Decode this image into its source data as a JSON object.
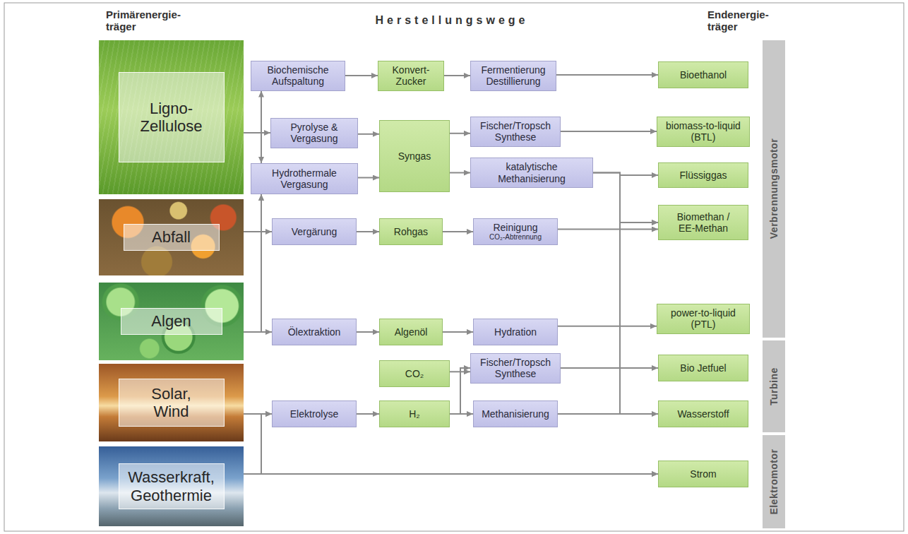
{
  "diagram": {
    "nodes": [
      {
        "text": [
          "Ligno- Zellulose"
        ]
      },
      {
        "text": [
          "Abfall"
        ]
      },
      {
        "text": [
          "Algen"
        ]
      },
      {
        "text": [
          "Solar, Wind"
        ]
      },
      {
        "text": [
          "Wasserkraft, Geothermie"
        ]
      },
      {
        "text": [
          "Biochemische Aufspaltung"
        ]
      },
      {
        "text": [
          "Pyrolyse & Vergasung"
        ]
      },
      {
        "text": [
          "Hydrothermale Vergasung"
        ]
      },
      {
        "text": [
          "Vergärung"
        ]
      },
      {
        "text": [
          "Ölextraktion"
        ]
      },
      {
        "text": [
          "Elektrolyse"
        ]
      },
      {
        "text": [
          "Konvert- Zucker"
        ]
      },
      {
        "text": [
          "Syngas"
        ]
      },
      {
        "text": [
          "Rohgas"
        ]
      },
      {
        "text": [
          "Algenöl"
        ]
      },
      {
        "text": [
          "CO₂"
        ]
      },
      {
        "text": [
          "H₂"
        ]
      },
      {
        "text": [
          "Fermentierung Destillierung"
        ]
      },
      {
        "text": [
          "Fischer/Tropsch Synthese"
        ]
      },
      {
        "text": [
          "katalytische Methanisierung"
        ]
      },
      {
        "text": [
          "Reinigung",
          "CO₂-Abtrennung"
        ]
      },
      {
        "text": [
          "Hydration"
        ]
      },
      {
        "text": [
          "Fischer/Tropsch Synthese"
        ]
      },
      {
        "text": [
          "Methanisierung"
        ]
      },
      {
        "text": [
          "Bioethanol"
        ]
      },
      {
        "text": [
          "biomass-to-liquid (BTL)"
        ]
      },
      {
        "text": [
          "Flüssiggas"
        ]
      },
      {
        "text": [
          "Biomethan / EE-Methan"
        ]
      },
      {
        "text": [
          "power-to-liquid (PTL)"
        ]
      },
      {
        "text": [
          "Bio Jetfuel"
        ]
      },
      {
        "text": [
          "Wasserstoff"
        ]
      },
      {
        "text": [
          "Strom"
        ]
      },
      {
        "text": [
          "Verbrennungsmotor"
        ]
      },
      {
        "text": [
          "Turbine"
        ]
      },
      {
        "text": [
          "Elektromotor"
        ]
      }
    ],
    "edges": [
      {
        "from": 0,
        "to": 5,
        "arrow": "to"
      },
      {
        "from": 0,
        "to": 6,
        "arrow": "to"
      },
      {
        "from": 0,
        "to": 7,
        "arrow": "to"
      },
      {
        "from": 1,
        "to": 8,
        "arrow": "to"
      },
      {
        "from": 1,
        "to": 7,
        "arrow": "to"
      },
      {
        "from": 2,
        "to": 7,
        "arrow": "to"
      },
      {
        "from": 2,
        "to": 9,
        "arrow": "to"
      },
      {
        "from": 3,
        "to": 10,
        "arrow": "to"
      },
      {
        "from": 3,
        "to": 31,
        "arrow": "to"
      },
      {
        "from": 4,
        "to": 10,
        "arrow": "to"
      },
      {
        "from": 4,
        "to": 31,
        "arrow": "to"
      },
      {
        "from": 5,
        "to": 11,
        "arrow": "to"
      },
      {
        "from": 11,
        "to": 17,
        "arrow": "to"
      },
      {
        "from": 17,
        "to": 24,
        "arrow": "to"
      },
      {
        "from": 6,
        "to": 12,
        "arrow": "to"
      },
      {
        "from": 7,
        "to": 12,
        "arrow": "to"
      },
      {
        "from": 12,
        "to": 18,
        "arrow": "to"
      },
      {
        "from": 18,
        "to": 25,
        "arrow": "to"
      },
      {
        "from": 12,
        "to": 19,
        "arrow": "to"
      },
      {
        "from": 19,
        "to": 26,
        "arrow": "to"
      },
      {
        "from": 19,
        "to": 27,
        "arrow": "to"
      },
      {
        "from": 8,
        "to": 13,
        "arrow": "to"
      },
      {
        "from": 13,
        "to": 20,
        "arrow": "to"
      },
      {
        "from": 20,
        "to": 27,
        "arrow": "to"
      },
      {
        "from": 9,
        "to": 14,
        "arrow": "to"
      },
      {
        "from": 14,
        "to": 21,
        "arrow": "to"
      },
      {
        "from": 21,
        "to": 28,
        "arrow": "to"
      },
      {
        "from": 10,
        "to": 16,
        "arrow": "to"
      },
      {
        "from": 15,
        "to": 22,
        "arrow": "to"
      },
      {
        "from": 16,
        "to": 22,
        "arrow": "to"
      },
      {
        "from": 16,
        "to": 23,
        "arrow": "to"
      },
      {
        "from": 22,
        "to": 29,
        "arrow": "to"
      },
      {
        "from": 23,
        "to": 27,
        "arrow": "to"
      },
      {
        "from": 23,
        "to": 30,
        "arrow": "to"
      }
    ],
    "labels": [
      "Primärenergie- träger",
      "Herstellungswege",
      "Endenergie- träger"
    ]
  }
}
